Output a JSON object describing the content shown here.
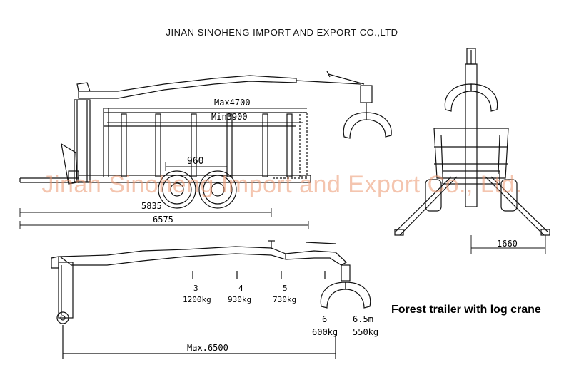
{
  "header": {
    "company": "JINAN SINOHENG IMPORT AND EXPORT CO.,LTD"
  },
  "watermark": {
    "text": "Jinan Sinoheng Import and Export Co., Ltd."
  },
  "caption": {
    "text": "Forest trailer with log crane"
  },
  "side_view": {
    "dim_max_reach": "Max4700",
    "dim_min_reach": "Min3900",
    "dim_axle_spacing": "960",
    "dim_frame_length": "5835",
    "dim_total_length": "6575"
  },
  "rear_view": {
    "dim_width": "1660"
  },
  "crane_reach": {
    "points": [
      {
        "num": "3",
        "load": "1200kg"
      },
      {
        "num": "4",
        "load": "930kg"
      },
      {
        "num": "5",
        "load": "730kg"
      },
      {
        "num": "6",
        "load": "600kg"
      }
    ],
    "reach_label": "6.5m",
    "reach_load": "550kg",
    "max_label": "Max.6500"
  },
  "colors": {
    "line": "#111111",
    "watermark": "#eb966e"
  }
}
